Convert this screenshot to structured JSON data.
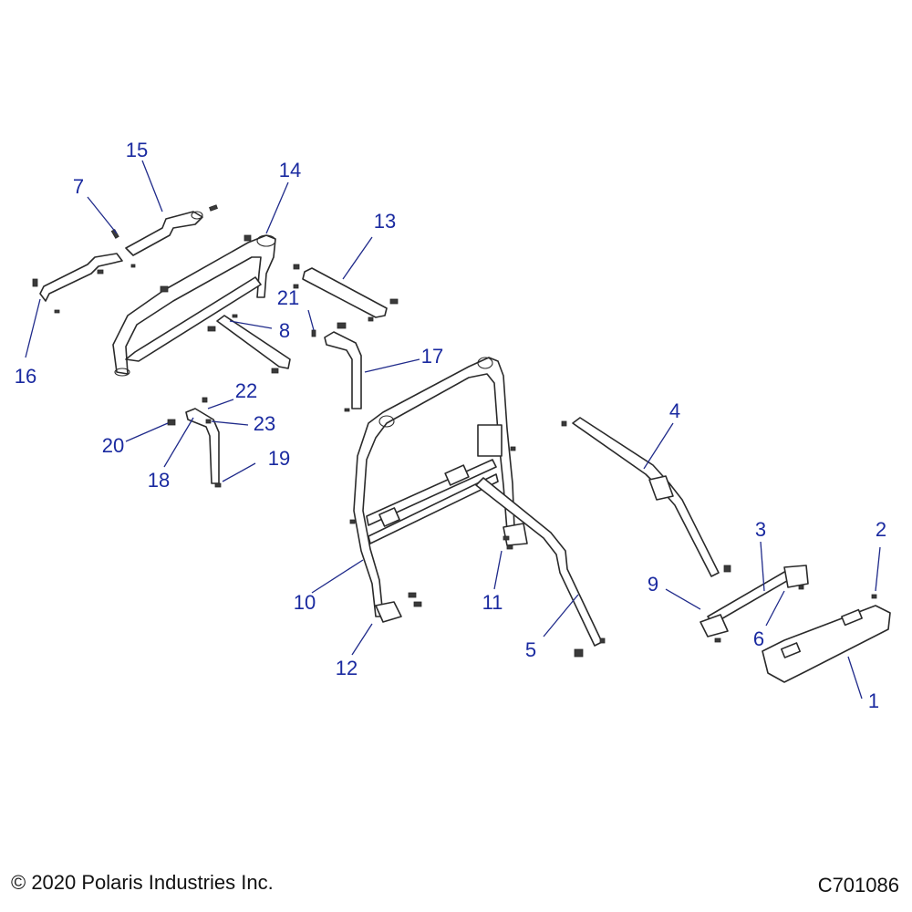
{
  "callouts": [
    {
      "label": "1"
    },
    {
      "label": "2"
    },
    {
      "label": "3"
    },
    {
      "label": "4"
    },
    {
      "label": "5"
    },
    {
      "label": "6"
    },
    {
      "label": "7"
    },
    {
      "label": "8"
    },
    {
      "label": "9"
    },
    {
      "label": "10"
    },
    {
      "label": "11"
    },
    {
      "label": "12"
    },
    {
      "label": "13"
    },
    {
      "label": "14"
    },
    {
      "label": "15"
    },
    {
      "label": "16"
    },
    {
      "label": "17"
    },
    {
      "label": "18"
    },
    {
      "label": "19"
    },
    {
      "label": "20"
    },
    {
      "label": "21"
    },
    {
      "label": "22"
    },
    {
      "label": "23"
    }
  ],
  "footer": {
    "copyright": "© 2020 Polaris Industries Inc.",
    "drawing_id": "C701086"
  },
  "colors": {
    "callout": "#1a2aa0",
    "line": "#2a2a2a"
  }
}
